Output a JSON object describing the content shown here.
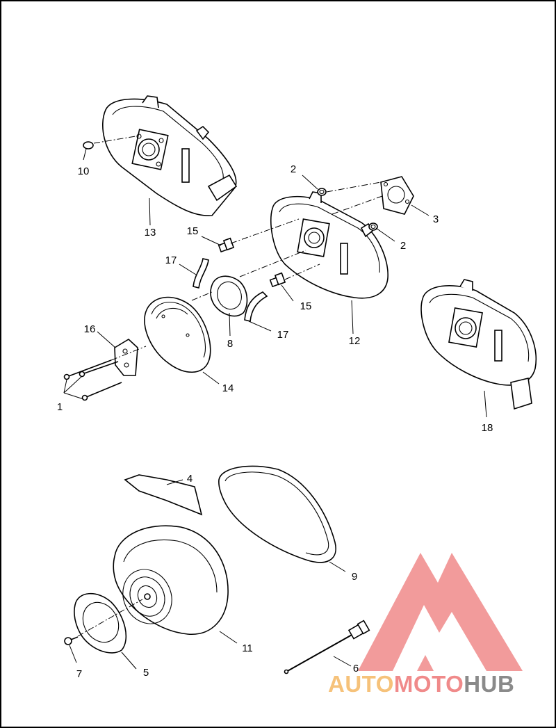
{
  "callouts": {
    "c1": "1",
    "c2a": "2",
    "c2b": "2",
    "c3": "3",
    "c4": "4",
    "c5": "5",
    "c6": "6",
    "c7": "7",
    "c8": "8",
    "c9": "9",
    "c10": "10",
    "c11": "11",
    "c12": "12",
    "c13": "13",
    "c14": "14",
    "c15a": "15",
    "c15b": "15",
    "c16": "16",
    "c17a": "17",
    "c17b": "17",
    "c18": "18"
  },
  "watermark": {
    "auto": "AUTO",
    "moto": "MOTO",
    "hub": "HUB",
    "colors": {
      "auto": "#f6c27a",
      "moto": "#f08a8a",
      "hub": "#8a8a8a",
      "logo": "#f08a8a"
    }
  }
}
